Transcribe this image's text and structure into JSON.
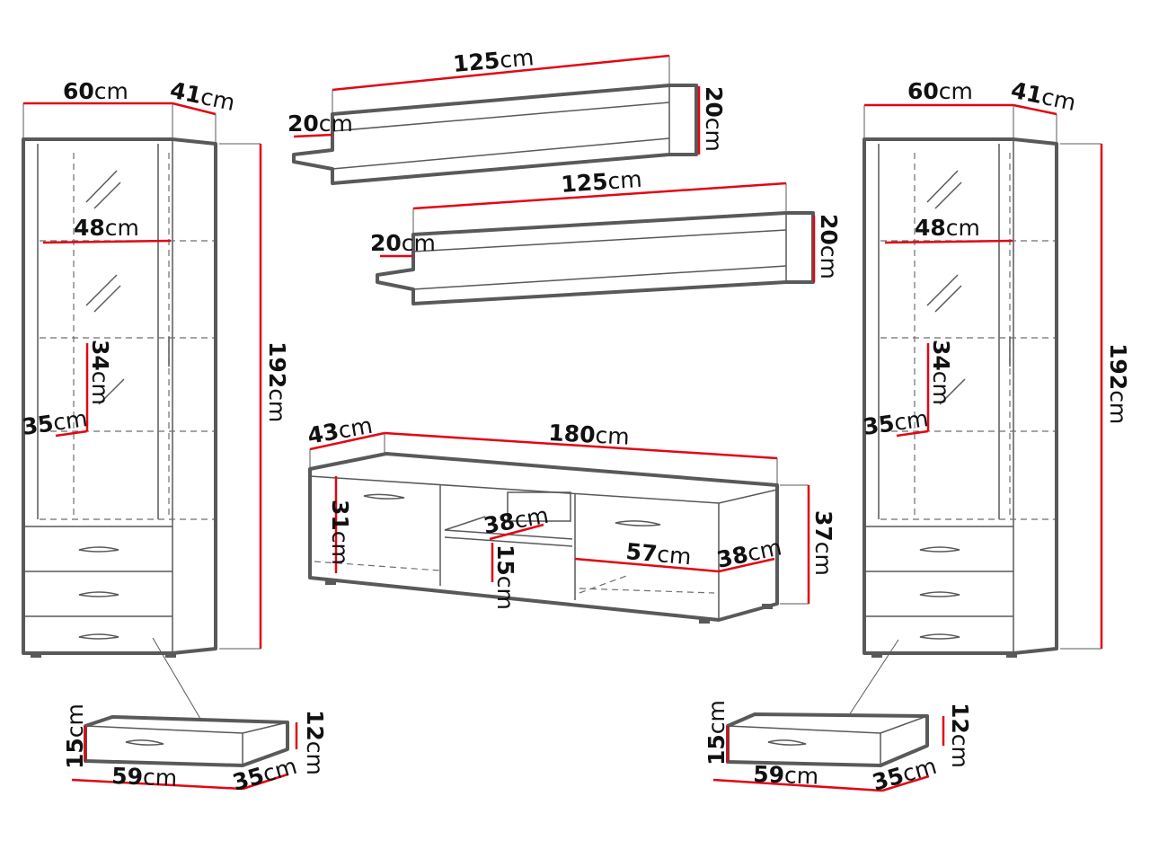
{
  "colors": {
    "outline": "#58595b",
    "dimension_line": "#e30613",
    "label_text": "#111111",
    "background": "#ffffff"
  },
  "dimensions": {
    "left_cabinet": {
      "width": {
        "value": "60",
        "unit": "cm"
      },
      "depth": {
        "value": "41",
        "unit": "cm"
      },
      "height": {
        "value": "192",
        "unit": "cm"
      },
      "inner_width": {
        "value": "48",
        "unit": "cm"
      },
      "shelf_gap": {
        "value": "34",
        "unit": "cm"
      },
      "shelf_depth": {
        "value": "35",
        "unit": "cm"
      }
    },
    "left_drawer": {
      "front_height": {
        "value": "15",
        "unit": "cm"
      },
      "side_height": {
        "value": "12",
        "unit": "cm"
      },
      "width": {
        "value": "59",
        "unit": "cm"
      },
      "depth": {
        "value": "35",
        "unit": "cm"
      }
    },
    "shelf_top": {
      "length": {
        "value": "125",
        "unit": "cm"
      },
      "depth": {
        "value": "20",
        "unit": "cm"
      },
      "height": {
        "value": "20",
        "unit": "cm"
      }
    },
    "shelf_bottom": {
      "length": {
        "value": "125",
        "unit": "cm"
      },
      "depth": {
        "value": "20",
        "unit": "cm"
      },
      "height": {
        "value": "20",
        "unit": "cm"
      }
    },
    "tv_stand": {
      "depth": {
        "value": "43",
        "unit": "cm"
      },
      "width": {
        "value": "180",
        "unit": "cm"
      },
      "height": {
        "value": "37",
        "unit": "cm"
      },
      "inner_height": {
        "value": "31",
        "unit": "cm"
      },
      "niche_width": {
        "value": "38",
        "unit": "cm"
      },
      "niche_height": {
        "value": "15",
        "unit": "cm"
      },
      "compartment_width": {
        "value": "57",
        "unit": "cm"
      },
      "inner_depth": {
        "value": "38",
        "unit": "cm"
      }
    },
    "right_cabinet": {
      "width": {
        "value": "60",
        "unit": "cm"
      },
      "depth": {
        "value": "41",
        "unit": "cm"
      },
      "height": {
        "value": "192",
        "unit": "cm"
      },
      "inner_width": {
        "value": "48",
        "unit": "cm"
      },
      "shelf_gap": {
        "value": "34",
        "unit": "cm"
      },
      "shelf_depth": {
        "value": "35",
        "unit": "cm"
      }
    },
    "right_drawer": {
      "front_height": {
        "value": "15",
        "unit": "cm"
      },
      "side_height": {
        "value": "12",
        "unit": "cm"
      },
      "width": {
        "value": "59",
        "unit": "cm"
      },
      "depth": {
        "value": "35",
        "unit": "cm"
      }
    }
  }
}
